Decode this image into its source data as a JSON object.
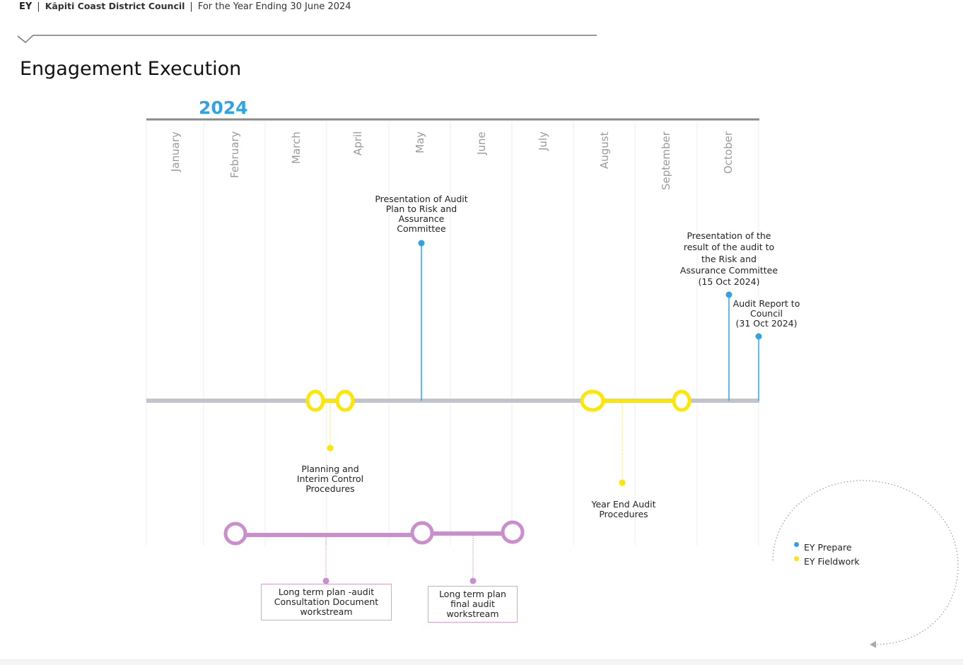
{
  "header": {
    "brand": "EY",
    "organization": "Kāpiti Coast District Council",
    "period": "For the Year Ending 30 June 2024",
    "separator": "|"
  },
  "page_title": "Engagement Execution",
  "timeline": {
    "year": "2024",
    "months": [
      "January",
      "February",
      "March",
      "April",
      "May",
      "June",
      "July",
      "August",
      "September",
      "October"
    ]
  },
  "milestones": {
    "audit_plan": "Presentation of Audit\nPlan to Risk and\nAssurance\nCommittee",
    "audit_result": "Presentation of the\nresult of the audit to\nthe Risk and\nAssurance Committee\n(15 Oct 2024)",
    "audit_report": "Audit Report to\nCouncil\n(31 Oct 2024)"
  },
  "fieldwork": {
    "planning": "Planning and\nInterim Control\nProcedures",
    "year_end": "Year End Audit\nProcedures"
  },
  "workstreams": {
    "consultation": "Long term plan -audit\nConsultation Document\nworkstream",
    "final": "Long term plan\nfinal audit\nworkstream"
  },
  "legend": {
    "items": [
      {
        "label": "EY Prepare",
        "color": "#2ea3e6"
      },
      {
        "label": "EY Fieldwork",
        "color": "#ffe600"
      }
    ]
  },
  "colors": {
    "prepare": "#2ea3e6",
    "fieldwork": "#ffe600",
    "workstream": "#c98ecb",
    "axis": "#c3c3cb"
  }
}
